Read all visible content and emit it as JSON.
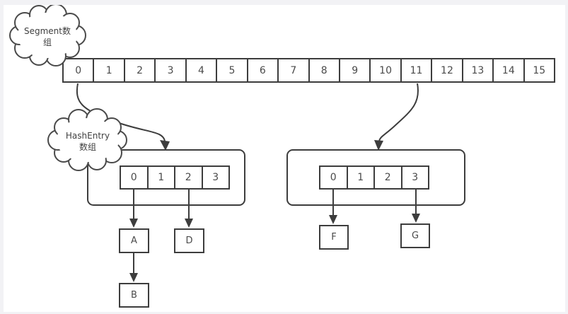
{
  "clouds": {
    "segment": {
      "label": "Segment数\n组"
    },
    "hashentry": {
      "label": "HashEntry\n数组"
    }
  },
  "segment_array": {
    "cells": [
      "0",
      "1",
      "2",
      "3",
      "4",
      "5",
      "6",
      "7",
      "8",
      "9",
      "10",
      "11",
      "12",
      "13",
      "14",
      "15"
    ]
  },
  "left_bucket": {
    "cells": [
      "0",
      "1",
      "2",
      "3"
    ]
  },
  "right_bucket": {
    "cells": [
      "0",
      "1",
      "2",
      "3"
    ]
  },
  "nodes": {
    "a": "A",
    "b": "B",
    "d": "D",
    "f": "F",
    "g": "G"
  },
  "edges": [
    {
      "from": "segment-cell-0",
      "to": "left-bucket"
    },
    {
      "from": "segment-cell-11",
      "to": "right-bucket"
    },
    {
      "from": "left-bucket-cell-0",
      "to": "node-a"
    },
    {
      "from": "left-bucket-cell-2",
      "to": "node-d"
    },
    {
      "from": "node-a",
      "to": "node-b"
    },
    {
      "from": "right-bucket-cell-0",
      "to": "node-f"
    },
    {
      "from": "right-bucket-cell-3",
      "to": "node-g"
    }
  ],
  "colors": {
    "line": "#3d3d3d",
    "background": "#ffffff",
    "frame": "#f2f2f5"
  }
}
